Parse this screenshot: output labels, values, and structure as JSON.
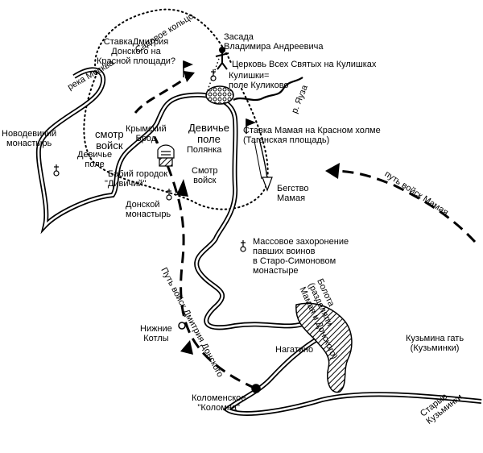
{
  "labels": {
    "sadovoe": "Садовое кольцо",
    "zasada": "Засада\nВладимира Андреевича",
    "stavka_dmitriya": "СтавкаДмитрия\nДонского на\nКрасной площади?",
    "church": "Церковь Всех Святых на Кулишках",
    "kulishki": "Кулишки=\nполе Куликово",
    "yauza": "р. Яуза",
    "reka_moskva": "река Москва",
    "novodevichiy": "Новодевичий\nмонастырь",
    "smotr_voysk_left": "смотр\nвойск",
    "krymsky_brod": "Крымский\nБрод",
    "devichye_pole_center": "Девичье\nполе",
    "polyanka": "Полянка",
    "devichye_pole_small": "Девичье\nполе",
    "babiy_gorodok": "Бабий городок",
    "divichiy": "\"Дивичий\"",
    "smotr_voysk_right": "Смотр\nвойск",
    "stavka_mamaya": "Ставка Мамая на Красном холме\n(Таганская площадь)",
    "begstvo": "Бегство\nМамая",
    "put_mamaya": "путь войск Мамая",
    "donskoy": "Донской\nмонастырь",
    "massovoe": "Массовое захоронение\nпавших воинов\nв Старо-Симоновом\nмонастыре",
    "put_dmitriya": "Путь войск Дмитрия Донского",
    "bolota": "Болота\n(разделяли\nМамая и Донского)",
    "nizhnie_kotly": "Нижние\nКотлы",
    "nagatino": "Нагатино",
    "kuzmina_gat": "Кузьмина гать\n(Кузьминки)",
    "kolomenskoe": "Коломенское\n\"Коломна\"",
    "starye_kuzminki": "Старые\nКузьминки"
  },
  "colors": {
    "ink": "#000000",
    "paper": "#ffffff"
  },
  "symbols": [
    "church-icon",
    "flag-icon",
    "warrior-icon",
    "fortress-icon",
    "settlement-icon"
  ]
}
